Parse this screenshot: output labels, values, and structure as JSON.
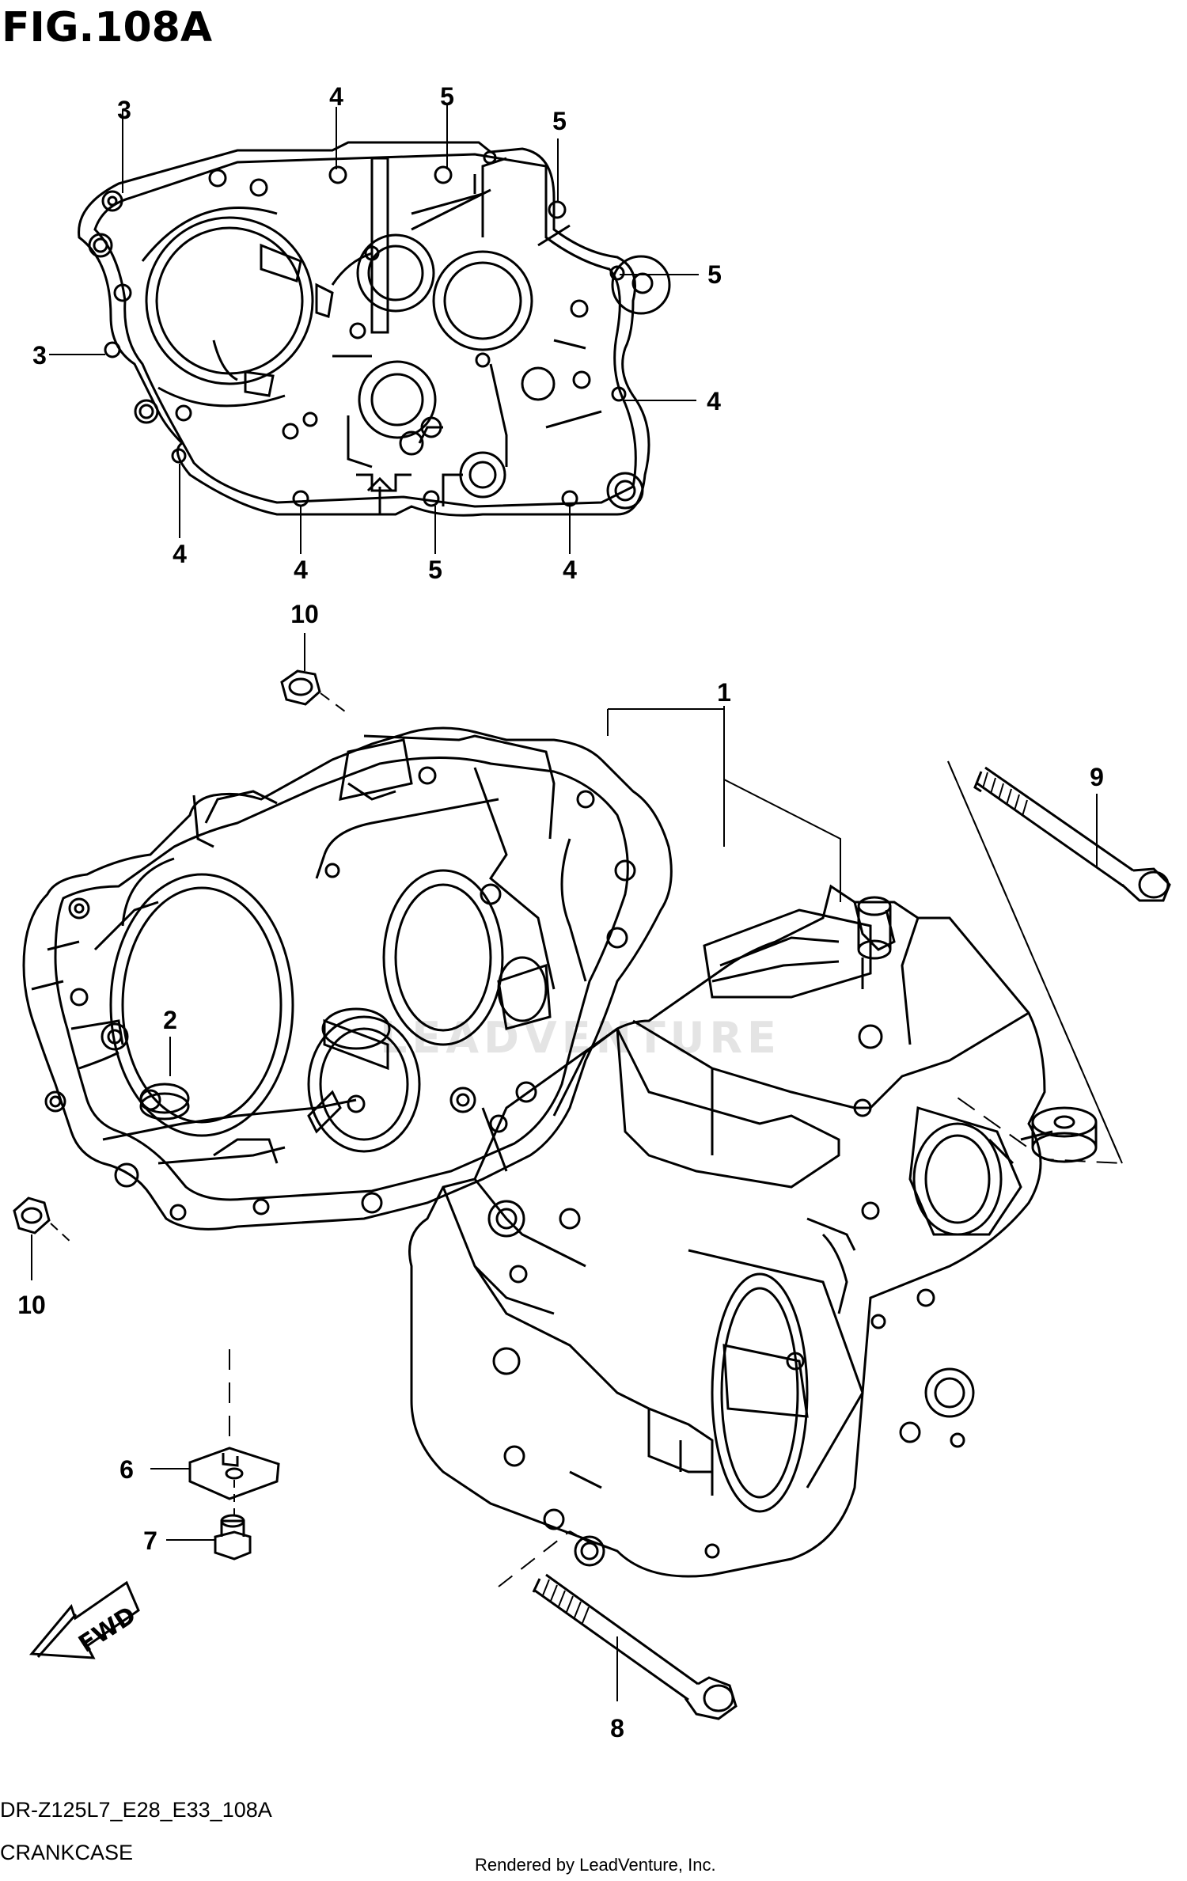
{
  "figure": {
    "title": "FIG.108A",
    "code": "DR-Z125L7_E28_E33_108A",
    "name": "CRANKCASE",
    "rendered_by": "Rendered by LeadVenture, Inc.",
    "watermark": "LEADVENTURE",
    "fwd_label": "FWD"
  },
  "top_view_callouts": [
    "3",
    "4",
    "5",
    "5",
    "5",
    "3",
    "4",
    "4",
    "4",
    "5",
    "4"
  ],
  "exploded_callouts": [
    "10",
    "1",
    "9",
    "2",
    "10",
    "6",
    "7",
    "8"
  ],
  "colors": {
    "ink": "#000000",
    "paper": "#ffffff",
    "watermark": "#e3e3e3"
  }
}
